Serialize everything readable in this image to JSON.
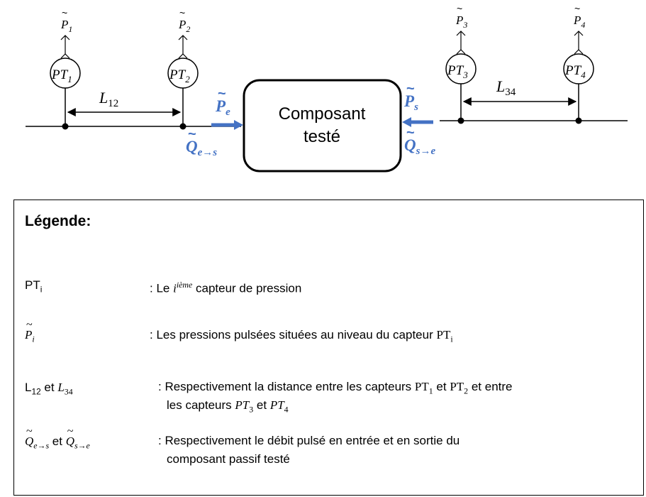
{
  "diagram": {
    "sensors": [
      {
        "pt_label": "PT",
        "pt_index": "1",
        "p_label": "P",
        "p_index": "1"
      },
      {
        "pt_label": "PT",
        "pt_index": "2",
        "p_label": "P",
        "p_index": "2"
      },
      {
        "pt_label": "PT",
        "pt_index": "3",
        "p_label": "P",
        "p_index": "3"
      },
      {
        "pt_label": "PT",
        "pt_index": "4",
        "p_label": "P",
        "p_index": "4"
      }
    ],
    "distance_left": {
      "label": "L",
      "index": "12"
    },
    "distance_right": {
      "label": "L",
      "index": "34"
    },
    "component": {
      "line1": "Composant",
      "line2": "testé"
    },
    "inlet": {
      "pressure": "P",
      "pressure_index": "e",
      "flow": "Q",
      "flow_index": "e→s"
    },
    "outlet": {
      "pressure": "P",
      "pressure_index": "s",
      "flow": "Q",
      "flow_index": "s→e"
    },
    "accent_color": "#4472c4"
  },
  "legend": {
    "title": "Légende:",
    "rows": [
      {
        "symbol": "PT",
        "symbol_sub": "i",
        "desc_prefix": ": Le ",
        "desc_math": "i",
        "desc_sup": "ième",
        "desc_suffix": " capteur de pression"
      },
      {
        "symbol": "P",
        "symbol_sub": "i",
        "desc_prefix": ": Les pressions pulsées situées au niveau du capteur ",
        "desc_sym": "PT",
        "desc_sub": "i"
      },
      {
        "sym_a": "L",
        "sym_a_sub": "12",
        "sym_join": " et ",
        "sym_b": "L",
        "sym_b_sub": "34",
        "line1_prefix": ": Respectivement la distance entre les capteurs ",
        "pt1": "PT",
        "pt1_sub": "1",
        "line1_mid": " et ",
        "pt2": "PT",
        "pt2_sub": "2",
        "line1_suffix": " et entre",
        "line2_prefix": "les capteurs ",
        "pt3": "PT",
        "pt3_sub": "3",
        "line2_mid": " et ",
        "pt4": "PT",
        "pt4_sub": "4"
      },
      {
        "sym_a": "Q",
        "sym_a_sub": "e→s",
        "sym_join": " et ",
        "sym_b": "Q",
        "sym_b_sub": "s→e",
        "line1": ": Respectivement le débit pulsé en entrée et en sortie du",
        "line2": "composant passif testé"
      }
    ]
  }
}
